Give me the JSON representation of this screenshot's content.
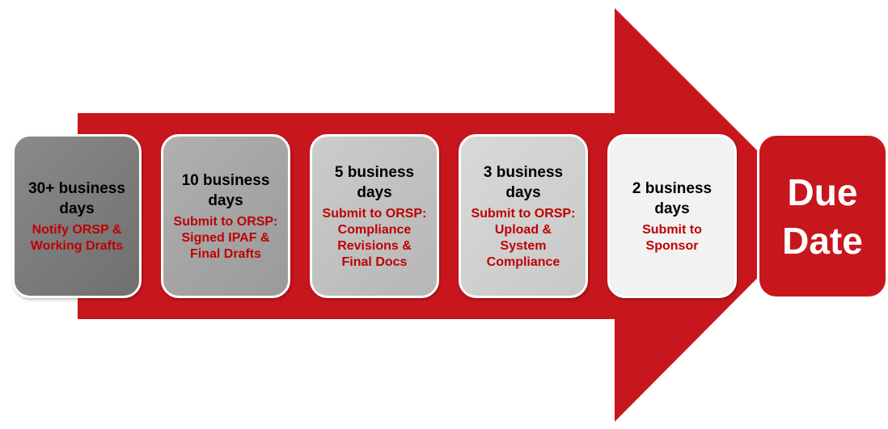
{
  "colors": {
    "arrow": "#c8161d",
    "action_text": "#c00000",
    "due_box": "#c8161d"
  },
  "steps": [
    {
      "days": "30+ business\ndays",
      "action": "Notify ORSP &\nWorking Drafts"
    },
    {
      "days": "10 business\ndays",
      "action": "Submit to ORSP:\nSigned IPAF &\nFinal Drafts"
    },
    {
      "days": "5 business\ndays",
      "action": "Submit to ORSP:\nCompliance\nRevisions &\nFinal Docs"
    },
    {
      "days": "3 business\ndays",
      "action": "Submit to ORSP:\nUpload &\nSystem\nCompliance"
    },
    {
      "days": "2  business\ndays",
      "action": "Submit to\nSponsor"
    }
  ],
  "due": {
    "label": "Due\nDate"
  }
}
